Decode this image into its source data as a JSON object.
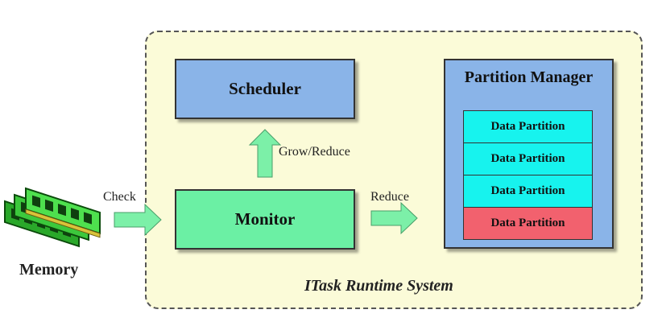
{
  "memory": {
    "label": "Memory"
  },
  "runtime": {
    "label": "ITask Runtime System"
  },
  "scheduler": {
    "label": "Scheduler"
  },
  "monitor": {
    "label": "Monitor"
  },
  "partition_manager": {
    "title": "Partition Manager",
    "partitions": [
      {
        "label": "Data Partition",
        "color": "#17f3ee"
      },
      {
        "label": "Data Partition",
        "color": "#17f3ee"
      },
      {
        "label": "Data Partition",
        "color": "#17f3ee"
      },
      {
        "label": "Data Partition",
        "color": "#f2616e"
      }
    ]
  },
  "edges": {
    "check": "Check",
    "grow_reduce": "Grow/Reduce",
    "reduce": "Reduce"
  },
  "colors": {
    "arrow_fill": "#7cf0a8",
    "runtime_background": "#fbfbd8",
    "scheduler": "#8ab4e8",
    "monitor": "#6bf0a4",
    "memory_chip": "#3cc83c"
  }
}
